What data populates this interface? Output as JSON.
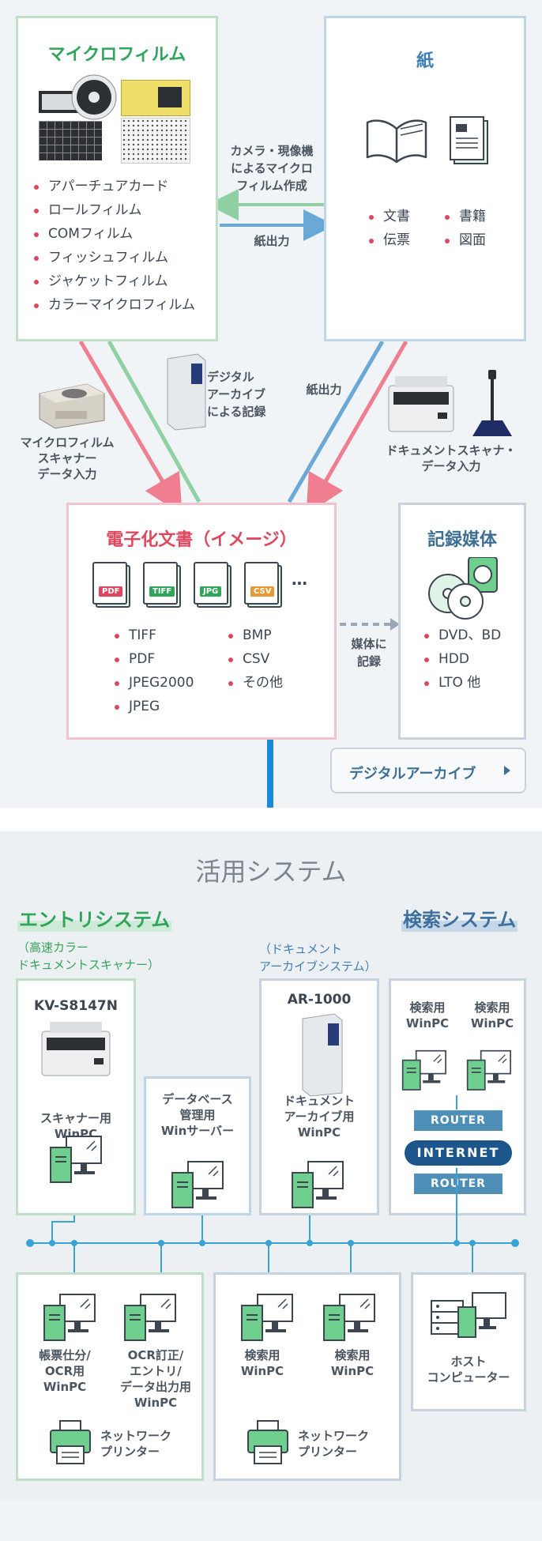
{
  "microfilm": {
    "title": "マイクロフィルム",
    "items": [
      "アパーチュアカード",
      "ロールフィルム",
      "COMフィルム",
      "フィッシュフィルム",
      "ジャケットフィルム",
      "カラーマイクロフィルム"
    ]
  },
  "paper": {
    "title": "紙",
    "items": [
      "文書",
      "書籍",
      "伝票",
      "図面"
    ]
  },
  "arrows": {
    "camera_label": "カメラ・現像機\nによるマイクロ\nフィルム作成",
    "print_label_top": "紙出力",
    "digital_archive_label": "デジタル\nアーカイブ\nによる記録",
    "print_label_mid": "紙出力",
    "microfilm_scanner_label": "マイクロフィルム\nスキャナー\nデータ入力",
    "document_scanner_label": "ドキュメントスキャナ・\nデータ入力",
    "media_label": "媒体に\n記録"
  },
  "edoc": {
    "title": "電子化文書（イメージ）",
    "icons": [
      "PDF",
      "TIFF",
      "JPG",
      "CSV"
    ],
    "more": "…",
    "items_left": [
      "TIFF",
      "PDF",
      "JPEG2000",
      "JPEG"
    ],
    "items_right": [
      "BMP",
      "CSV",
      "その他"
    ]
  },
  "media": {
    "title": "記録媒体",
    "items": [
      "DVD、BD",
      "HDD",
      "LTO 他"
    ]
  },
  "archive_button": {
    "label": "デジタルアーカイブ"
  },
  "system": {
    "heading": "活用システム",
    "entry_title": "エントリシステム",
    "search_title": "検索システム",
    "entry_sub": "（高速カラー\nドキュメントスキャナー）",
    "archive_sub": "（ドキュメント\nアーカイブシステム）",
    "kv_model": "KV-S8147N",
    "scanner_pc": "スキャナー用\nWinPC",
    "db_server": "データベース\n管理用\nWinサーバー",
    "ar_model": "AR-1000",
    "archive_pc": "ドキュメント\nアーカイブ用\nWinPC",
    "search_pc_1": "検索用\nWinPC",
    "search_pc_2": "検索用\nWinPC",
    "router_top": "ROUTER",
    "internet": "INTERNET",
    "router_bottom": "ROUTER",
    "form_pc": "帳票仕分/\nOCR用\nWinPC",
    "ocr_pc": "OCR訂正/\nエントリ/\nデータ出力用\nWinPC",
    "printer_1": "ネットワーク\nプリンター",
    "search_pc_3": "検索用\nWinPC",
    "search_pc_4": "検索用\nWinPC",
    "printer_2": "ネットワーク\nプリンター",
    "host": "ホスト\nコンピューター"
  },
  "colors": {
    "green": "#2fa55a",
    "blue": "#3d7eb5",
    "pink": "#e0475f",
    "arrow_pink": "#ef7f90",
    "arrow_green": "#8fd1a2",
    "arrow_blue": "#6aa8d6",
    "network": "#39a3d6"
  }
}
